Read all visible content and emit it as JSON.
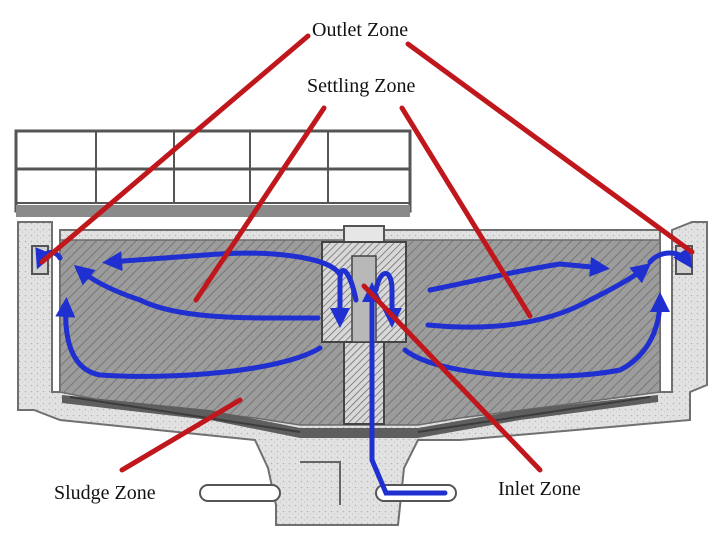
{
  "labels": {
    "outlet_zone": "Outlet Zone",
    "settling_zone": "Settling Zone",
    "sludge_zone": "Sludge Zone",
    "inlet_zone": "Inlet Zone"
  },
  "colors": {
    "pointer_line": "#c0171d",
    "flow_arrow": "#1f2fd0",
    "concrete": "#dcdcdc",
    "water": "#9a9a9a",
    "sludge": "#6e6e6e"
  }
}
